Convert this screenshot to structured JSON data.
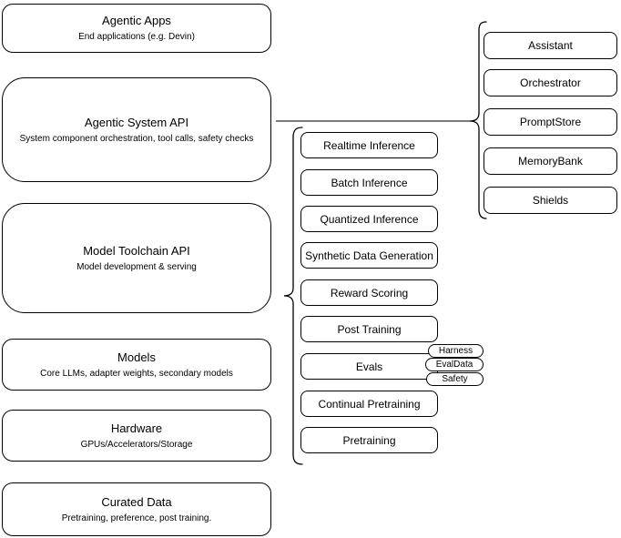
{
  "colors": {
    "background": "#ffffff",
    "node_fill": "#ffffff",
    "node_stroke": "#000000",
    "connector": "#4d4d4d"
  },
  "left_column": {
    "boxes": [
      {
        "title": "Agentic Apps",
        "subtitle": "End applications (e.g. Devin)"
      },
      {
        "title": "Agentic System API",
        "subtitle": "System component orchestration, tool calls, safety checks"
      },
      {
        "title": "Model Toolchain API",
        "subtitle": "Model development & serving"
      },
      {
        "title": "Models",
        "subtitle": "Core LLMs, adapter weights, secondary models"
      },
      {
        "title": "Hardware",
        "subtitle": "GPUs/Accelerators/Storage"
      },
      {
        "title": "Curated Data",
        "subtitle": "Pretraining, preference, post training."
      }
    ]
  },
  "toolchain_group": {
    "items": [
      {
        "label": "Realtime Inference"
      },
      {
        "label": "Batch Inference"
      },
      {
        "label": "Quantized Inference"
      },
      {
        "label": "Synthetic Data Generation"
      },
      {
        "label": "Reward Scoring"
      },
      {
        "label": "Post Training"
      },
      {
        "label": "Evals"
      },
      {
        "label": "Continual Pretraining"
      },
      {
        "label": "Pretraining"
      }
    ],
    "eval_tags": [
      {
        "label": "Harness"
      },
      {
        "label": "EvalData"
      },
      {
        "label": "Safety"
      }
    ]
  },
  "system_group": {
    "items": [
      {
        "label": "Assistant"
      },
      {
        "label": "Orchestrator"
      },
      {
        "label": "PromptStore"
      },
      {
        "label": "MemoryBank"
      },
      {
        "label": "Shields"
      }
    ]
  }
}
